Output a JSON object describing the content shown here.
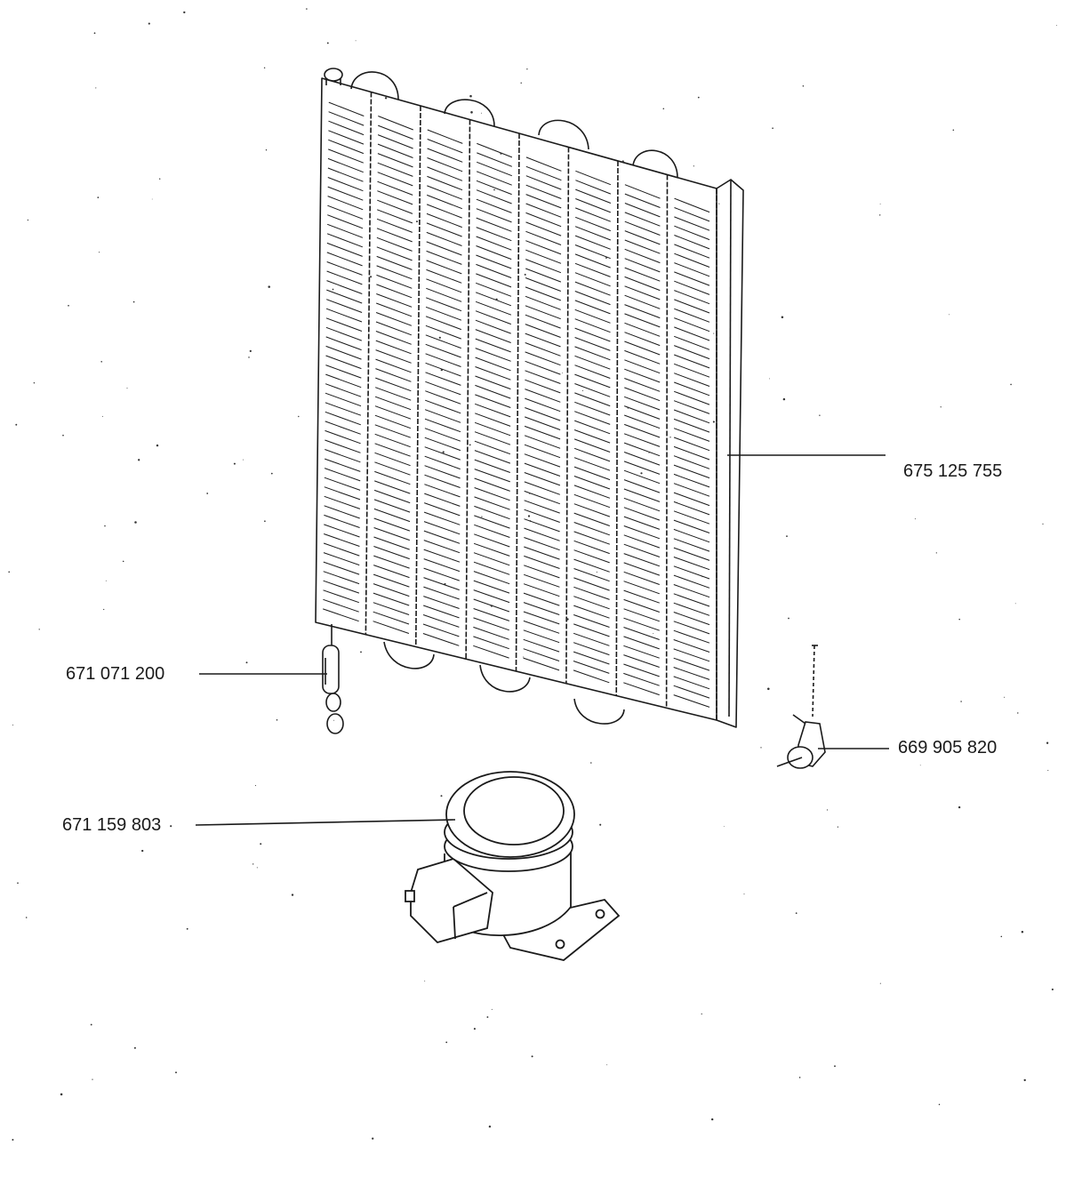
{
  "parts": {
    "condenser": {
      "number": "675 125 755",
      "icon": "condenser-coil-icon"
    },
    "filter_dryer": {
      "number": "671 071 200",
      "icon": "filter-dryer-icon"
    },
    "thermal_protector": {
      "number": "669 905 820",
      "icon": "overload-protector-icon"
    },
    "compressor": {
      "number": "671 159 803",
      "icon": "compressor-icon"
    }
  },
  "colors": {
    "line": "#1a1a1a",
    "paper": "#ffffff"
  }
}
